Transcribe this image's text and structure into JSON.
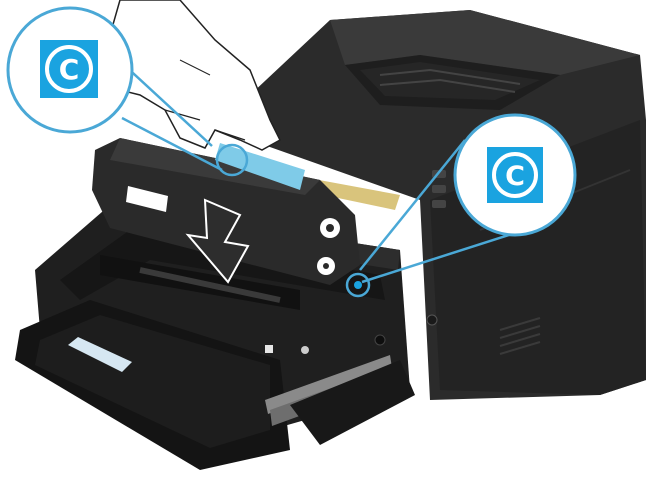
{
  "callouts": [
    {
      "letter": "C",
      "target": "cartridge-handle-label"
    },
    {
      "letter": "C",
      "target": "drawer-slot-label"
    }
  ],
  "colors": {
    "callout_ring": "#4aa8d6",
    "badge_fill": "#1aa3e0",
    "cyan_label": "#7fcbe8",
    "printer_body": "#2a2a2a",
    "drawer_dark": "#1c1c1c",
    "yellow_cartridge": "#d7c27a"
  },
  "icons": {
    "arrow": "insert-down-arrow-icon",
    "hand": "hand-icon"
  }
}
